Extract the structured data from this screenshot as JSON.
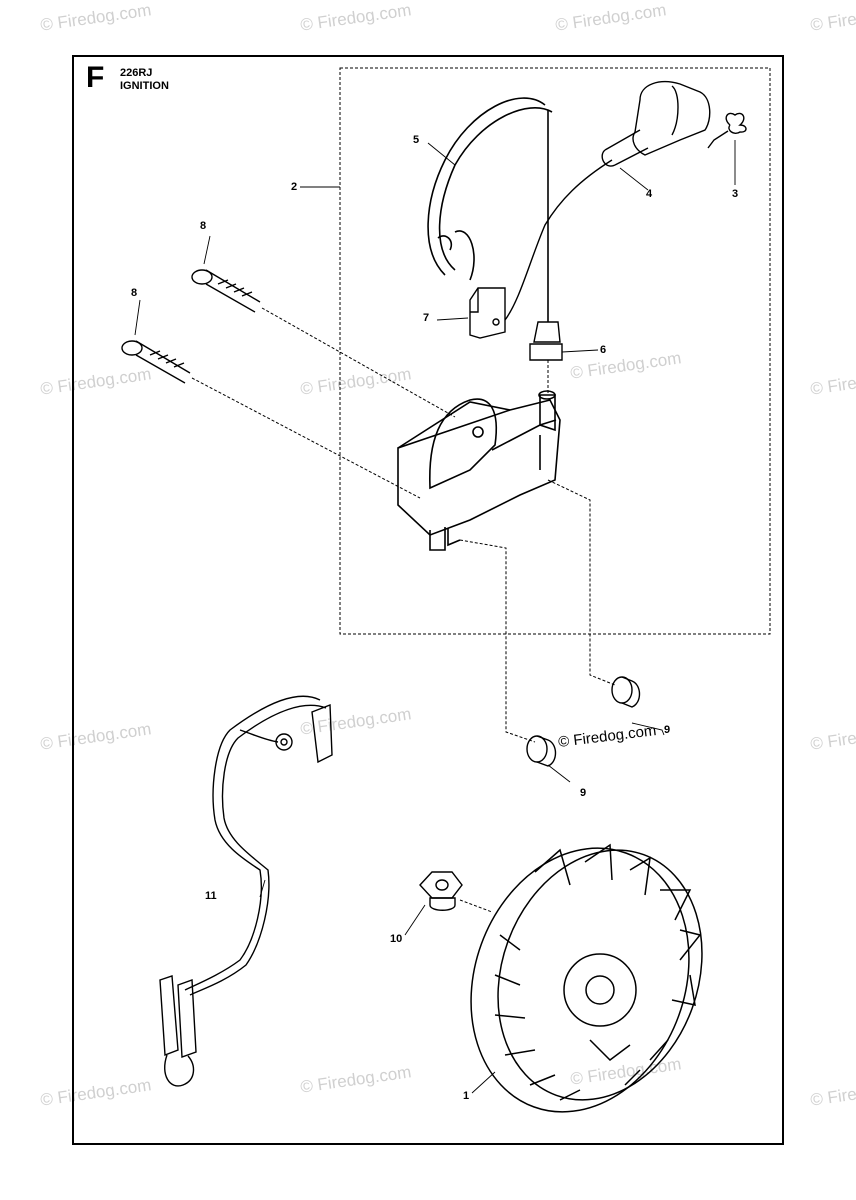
{
  "watermark": "© Firedog.com",
  "section_letter": "F",
  "model": "226RJ",
  "title": "IGNITION",
  "callouts": [
    "1",
    "2",
    "3",
    "4",
    "5",
    "6",
    "7",
    "8",
    "8",
    "9",
    "9",
    "10",
    "11"
  ],
  "watermark_main": "© Firedog.com"
}
